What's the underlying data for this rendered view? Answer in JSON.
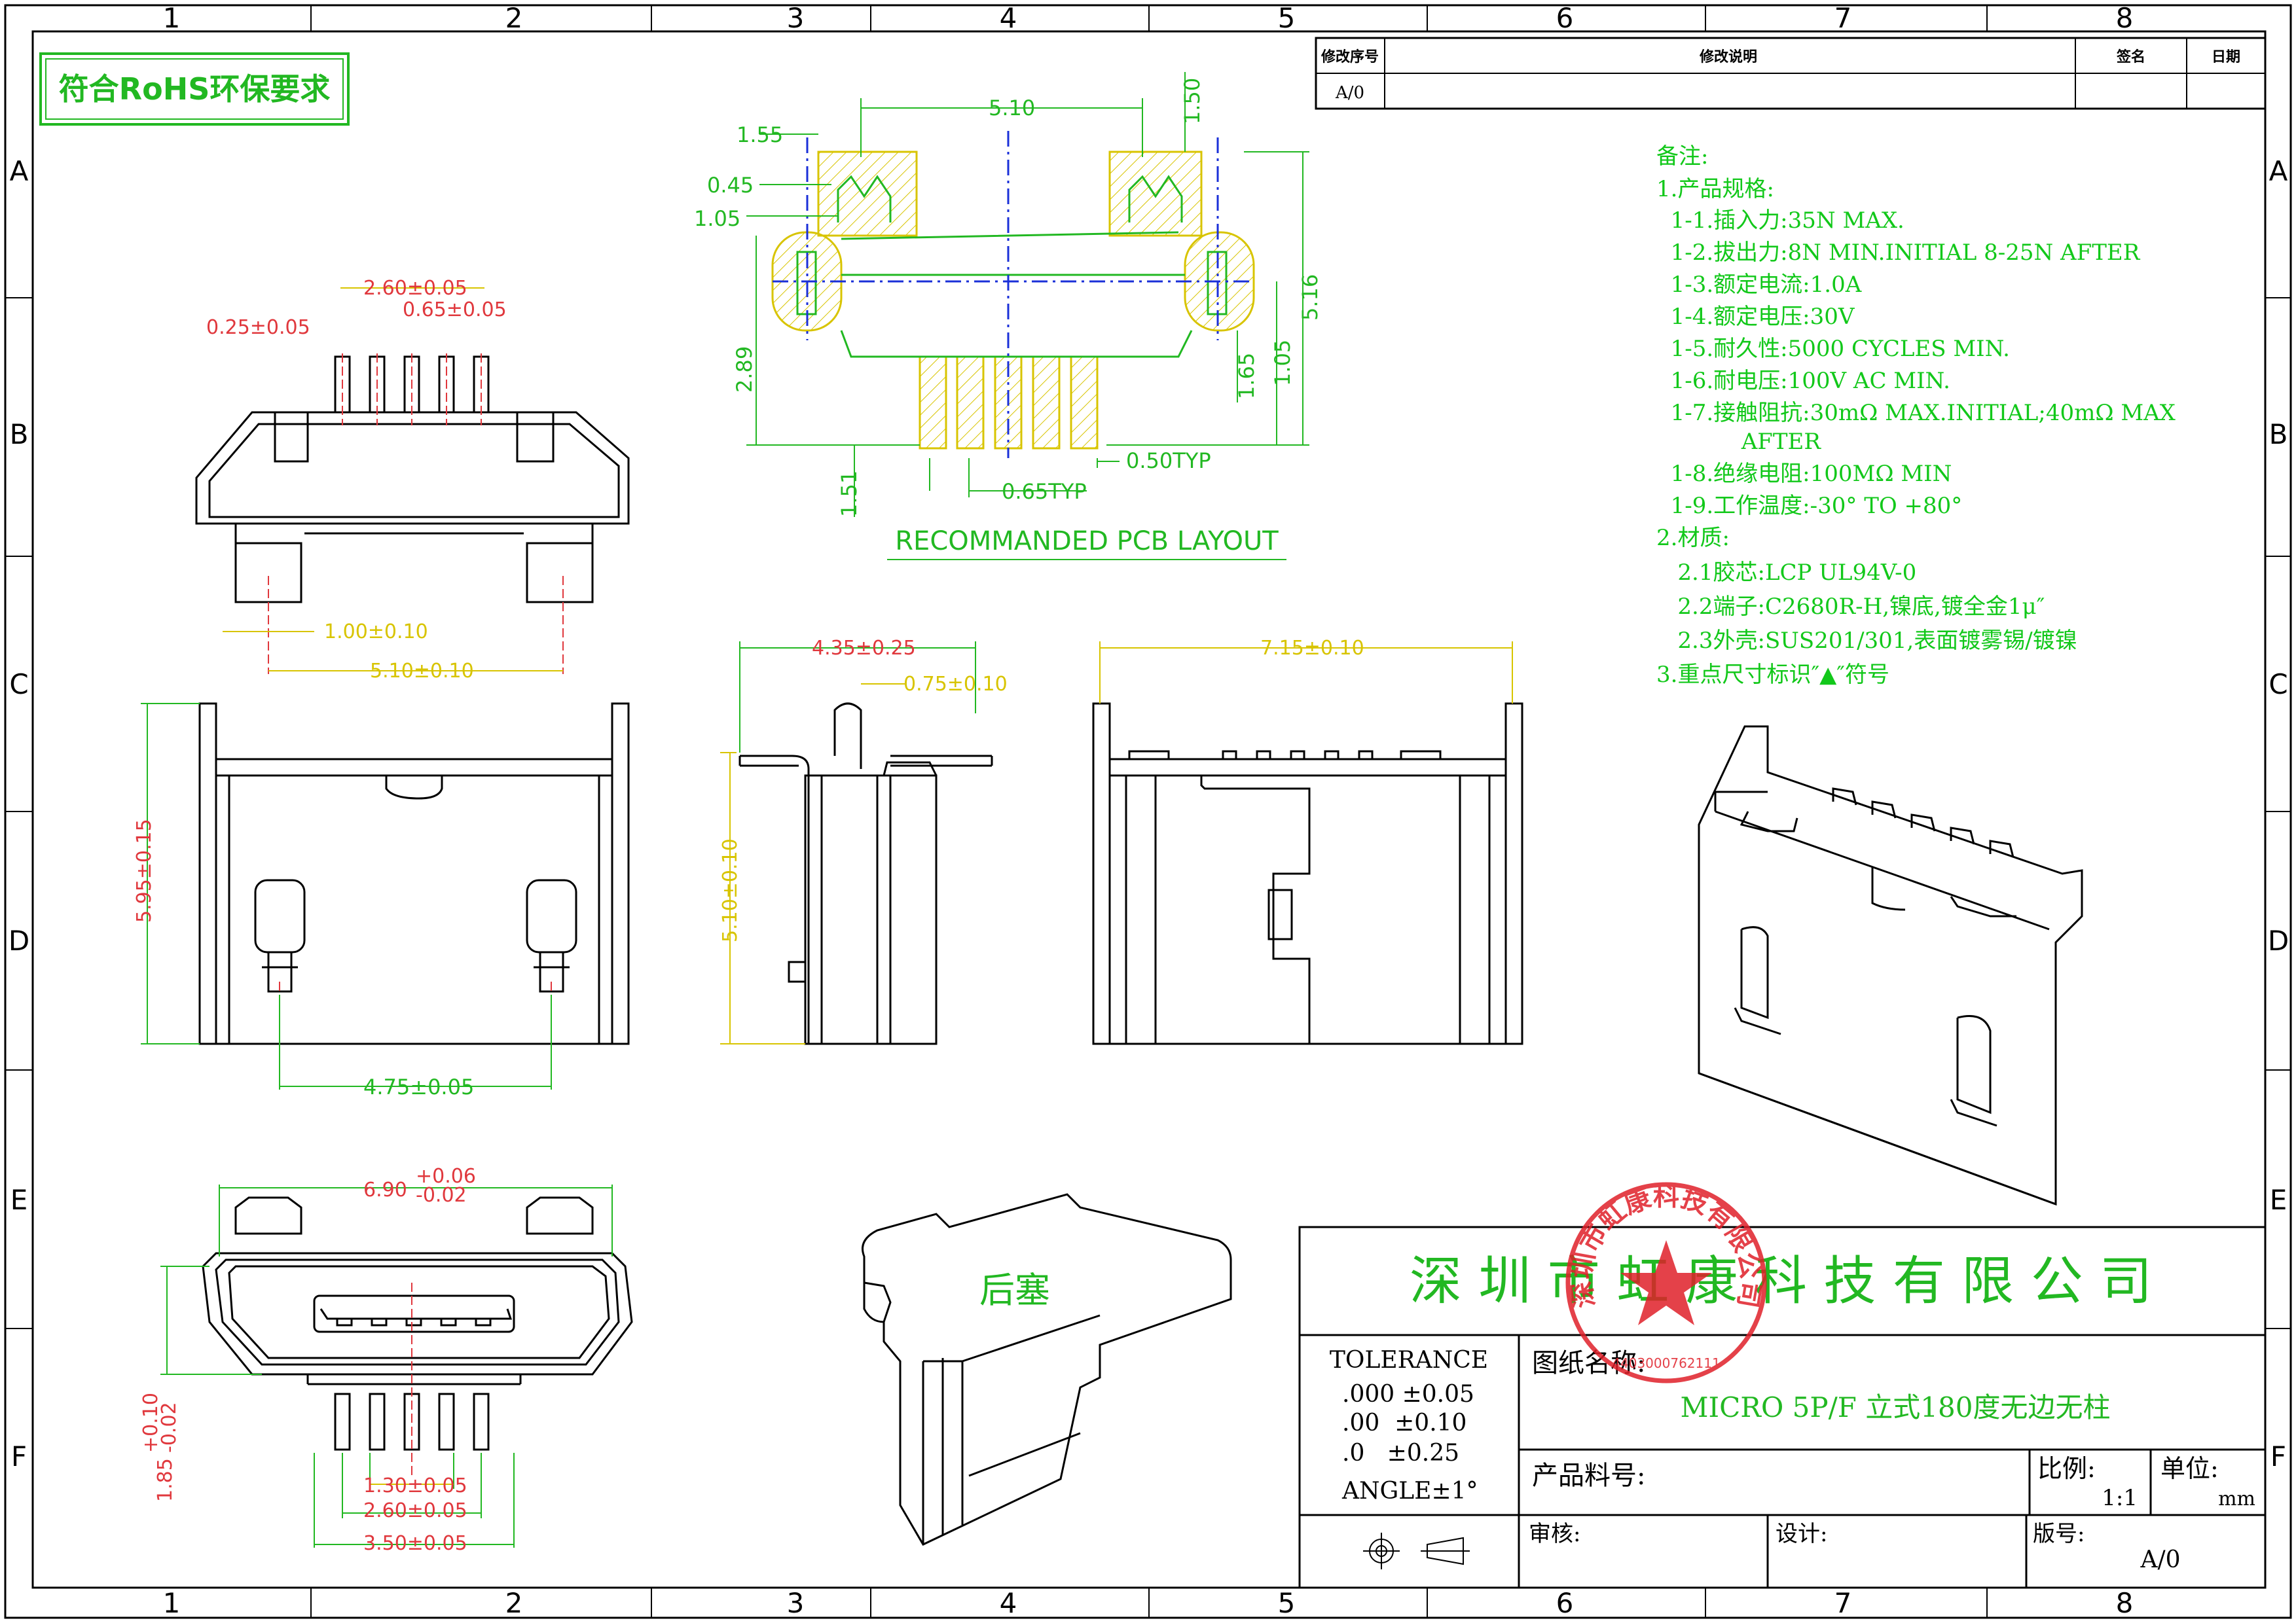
{
  "border": {
    "cols": [
      "1",
      "2",
      "3",
      "4",
      "5",
      "6",
      "7",
      "8"
    ],
    "rows": [
      "A",
      "B",
      "C",
      "D",
      "E",
      "F"
    ]
  },
  "rohs": "符合RoHS环保要求",
  "revision": {
    "headers": [
      "修改序号",
      "修改说明",
      "签名",
      "日期"
    ],
    "row": [
      "A/0",
      "",
      "",
      ""
    ]
  },
  "notes": {
    "title": "备注:",
    "lines": [
      "1.产品规格:",
      "  1-1.插入力:35N MAX.",
      "  1-2.拔出力:8N MIN.INITIAL 8-25N AFTER",
      "  1-3.额定电流:1.0A",
      "  1-4.额定电压:30V",
      "  1-5.耐久性:5000 CYCLES MIN.",
      "  1-6.耐电压:100V AC MIN.",
      "  1-7.接触阻抗:30mΩ MAX.INITIAL;40mΩ MAX",
      "            AFTER",
      "  1-8.绝缘电阻:100MΩ MIN",
      "  1-9.工作温度:-30° TO +80°",
      "2.材质:",
      "   2.1胶芯:LCP UL94V-0",
      "   2.2端子:C2680R-H,镍底,镀全金1μ″",
      "   2.3外壳:SUS201/301,表面镀雾锡/镀镍",
      "3.重点尺寸标识″▲″符号"
    ]
  },
  "pcb": {
    "caption": "RECOMMANDED PCB LAYOUT",
    "dims": [
      "5.10",
      "1.50",
      "1.55",
      "0.45",
      "1.05",
      "2.89",
      "5.16",
      "1.65",
      "1.05",
      "1.51",
      "0.65TYP",
      "0.50TYP"
    ]
  },
  "top_view": {
    "dims": [
      "2.60±0.05",
      "0.65±0.05",
      "0.25±0.05",
      "1.00±0.10",
      "5.10±0.10"
    ]
  },
  "front_view": {
    "dims": [
      "5.95±0.15",
      "4.75±0.05"
    ]
  },
  "side_view": {
    "dims": [
      "4.35±0.25",
      "0.75±0.10",
      "5.10±0.10"
    ]
  },
  "rear_view": {
    "dims": [
      "7.15±0.10"
    ]
  },
  "bottom_view": {
    "dim_main": "6.90",
    "dim_plus": "+0.06",
    "dim_minus": "-0.02",
    "dim_height": "1.85",
    "dim_height_plus": "+0.10",
    "dim_height_minus": "-0.02",
    "dims": [
      "1.30±0.05",
      "2.60±0.05",
      "3.50±0.05"
    ]
  },
  "plug_label": "后塞",
  "title_block": {
    "company": "深 圳 市 虹 康 科 技 有 限 公 司",
    "tolerance_title": "TOLERANCE",
    "tolerances": [
      ".000 ±0.05",
      ".00  ±0.10",
      ".0   ±0.25",
      "ANGLE±1°"
    ],
    "drawing_name_label": "图纸名称:",
    "drawing_name": "MICRO 5P/F 立式180度无边无柱",
    "part_no_label": "产品料号:",
    "scale_label": "比例:",
    "scale": "1:1",
    "unit_label": "单位:",
    "unit": "mm",
    "review_label": "审核:",
    "design_label": "设计:",
    "version_label": "版号:",
    "version": "A/0"
  },
  "stamp": {
    "text": "深圳市虹康科技有限公司",
    "number": "4403000762111"
  },
  "colors": {
    "green": "#22b822",
    "red": "#e0383d",
    "yellow": "#d8c400",
    "blue": "#1a2fd8",
    "notes": "#12c81a",
    "stamp": "#e0202a"
  }
}
